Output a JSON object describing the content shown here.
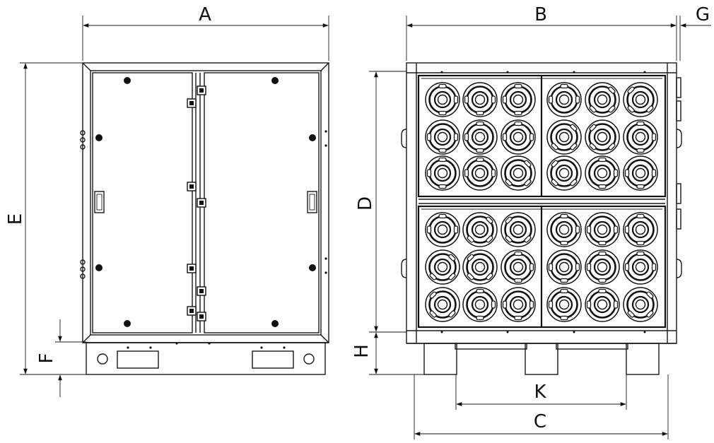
{
  "dimensions": {
    "A": "A",
    "B": "B",
    "C": "C",
    "D": "D",
    "E": "E",
    "F": "F",
    "G": "G",
    "H": "H",
    "K": "K"
  },
  "views": {
    "side": {
      "panels": 2
    },
    "front": {
      "grid_rows": 6,
      "grid_cols": 6
    }
  },
  "colors": {
    "line": "#1a1a1a",
    "background": "#ffffff"
  }
}
